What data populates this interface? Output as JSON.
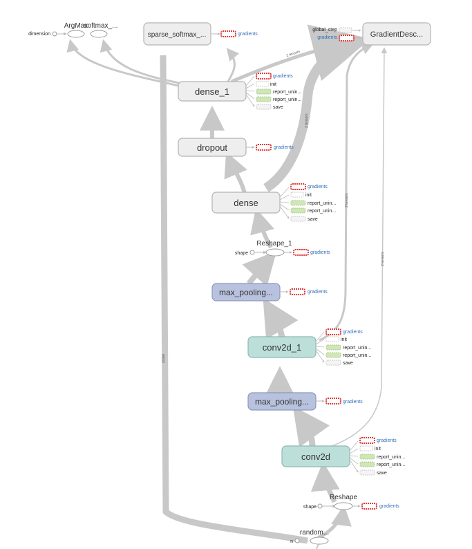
{
  "nodes": {
    "argmax": "ArgMax",
    "softmax": "softmax_...",
    "dimension": "dimension",
    "sparse_softmax": "sparse_softmax_...",
    "gradient_descent": "GradientDesc...",
    "global_step": "global_step",
    "dense_1": "dense_1",
    "dropout": "dropout",
    "dense": "dense",
    "reshape_1": "Reshape_1",
    "max_pooling_1": "max_pooling...",
    "conv2d_1": "conv2d_1",
    "max_pooling_2": "max_pooling...",
    "conv2d": "conv2d",
    "reshape": "Reshape",
    "random": "random...",
    "shape": "shape",
    "n": "n"
  },
  "aux": {
    "gradients": "gradients",
    "init": "init",
    "report_unin": "report_unin...",
    "save": "save"
  },
  "edge_labels": {
    "tensors": "2 tensors",
    "scalar": "scalar"
  },
  "colors": {
    "plain_node": "#eeeeee",
    "pool_node": "#b8c2de",
    "conv_node": "#bcdfd9",
    "edge": "#c8c8c8",
    "gradients_fill": "#e23b3b",
    "report_fill": "#cfe7b6"
  }
}
